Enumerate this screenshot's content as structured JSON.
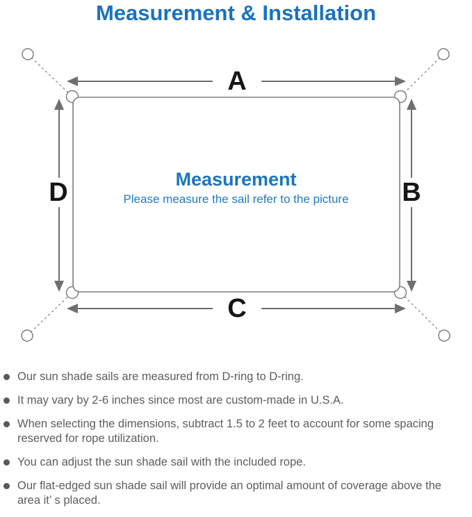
{
  "page": {
    "title": "Measurement & Installation"
  },
  "diagram": {
    "labels": {
      "top": "A",
      "right": "B",
      "bottom": "C",
      "left": "D"
    },
    "center": {
      "heading": "Measurement",
      "subheading": "Please measure the sail refer to the picture"
    }
  },
  "notes": {
    "items": [
      {
        "text": "Our sun shade sails are measured from D-ring to D-ring."
      },
      {
        "text": "It may vary by 2-6 inches since most are custom-made in U.S.A."
      },
      {
        "text": "When selecting the dimensions, subtract 1.5 to 2 feet to account for some spacing reserved for rope utilization."
      },
      {
        "text": "You can adjust the sun shade sail with the included rope."
      },
      {
        "text": "Our flat-edged sun shade sail will provide an optimal amount of coverage above the area it’ s placed."
      }
    ]
  },
  "colors": {
    "accent_blue": "#1a73bd",
    "line_gray": "#7e7e7e",
    "text_gray": "#5d5d5d",
    "label_black": "#161616"
  }
}
